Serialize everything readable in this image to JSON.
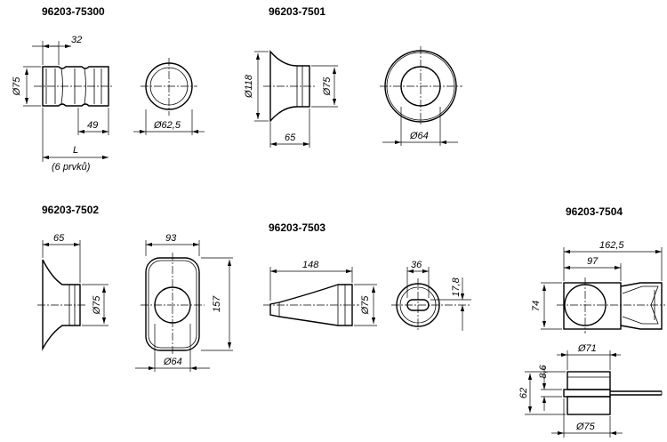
{
  "parts": [
    {
      "code": "96203-75300",
      "dims": {
        "d1": "32",
        "d2": "Ø75",
        "d3": "49",
        "d4": "Ø62,5",
        "d5": "L",
        "note": "(6 prvků)"
      }
    },
    {
      "code": "96203-7501",
      "dims": {
        "d1": "Ø118",
        "d2": "Ø75",
        "d3": "65",
        "d4": "Ø64"
      }
    },
    {
      "code": "96203-7502",
      "dims": {
        "d1": "65",
        "d2": "Ø75",
        "d3": "93",
        "d4": "157",
        "d5": "Ø64"
      }
    },
    {
      "code": "96203-7503",
      "dims": {
        "d1": "148",
        "d2": "Ø75",
        "d3": "36",
        "d4": "17,8"
      }
    },
    {
      "code": "96203-7504",
      "dims": {
        "d1": "162,5",
        "d2": "97",
        "d3": "74",
        "d4": "Ø71",
        "d5": "8,6",
        "d6": "62",
        "d7": "Ø75"
      }
    }
  ]
}
